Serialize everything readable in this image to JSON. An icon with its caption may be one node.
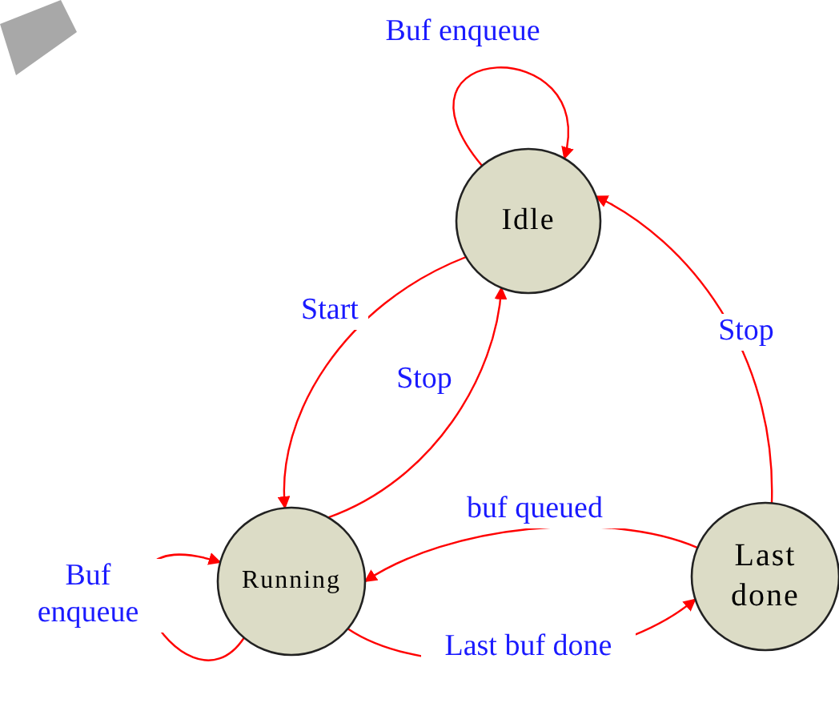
{
  "diagram": {
    "nodes": [
      {
        "text": [
          "Idle"
        ]
      },
      {
        "text": [
          "Running"
        ]
      },
      {
        "text": [
          "Last done"
        ]
      }
    ],
    "edges": [
      {
        "from": 0,
        "to": 0,
        "arrow": "to",
        "label": "Buf enqueue"
      },
      {
        "from": 0,
        "to": 1,
        "arrow": "to",
        "label": "Start"
      },
      {
        "from": 1,
        "to": 0,
        "arrow": "to",
        "label": "Stop"
      },
      {
        "from": 2,
        "to": 0,
        "arrow": "to",
        "label": "Stop"
      },
      {
        "from": 2,
        "to": 1,
        "arrow": "to",
        "label": "buf queued"
      },
      {
        "from": 1,
        "to": 2,
        "arrow": "to",
        "label": "Last buf done"
      },
      {
        "from": 1,
        "to": 1,
        "arrow": "to",
        "label": "Buf enqueue"
      }
    ]
  }
}
